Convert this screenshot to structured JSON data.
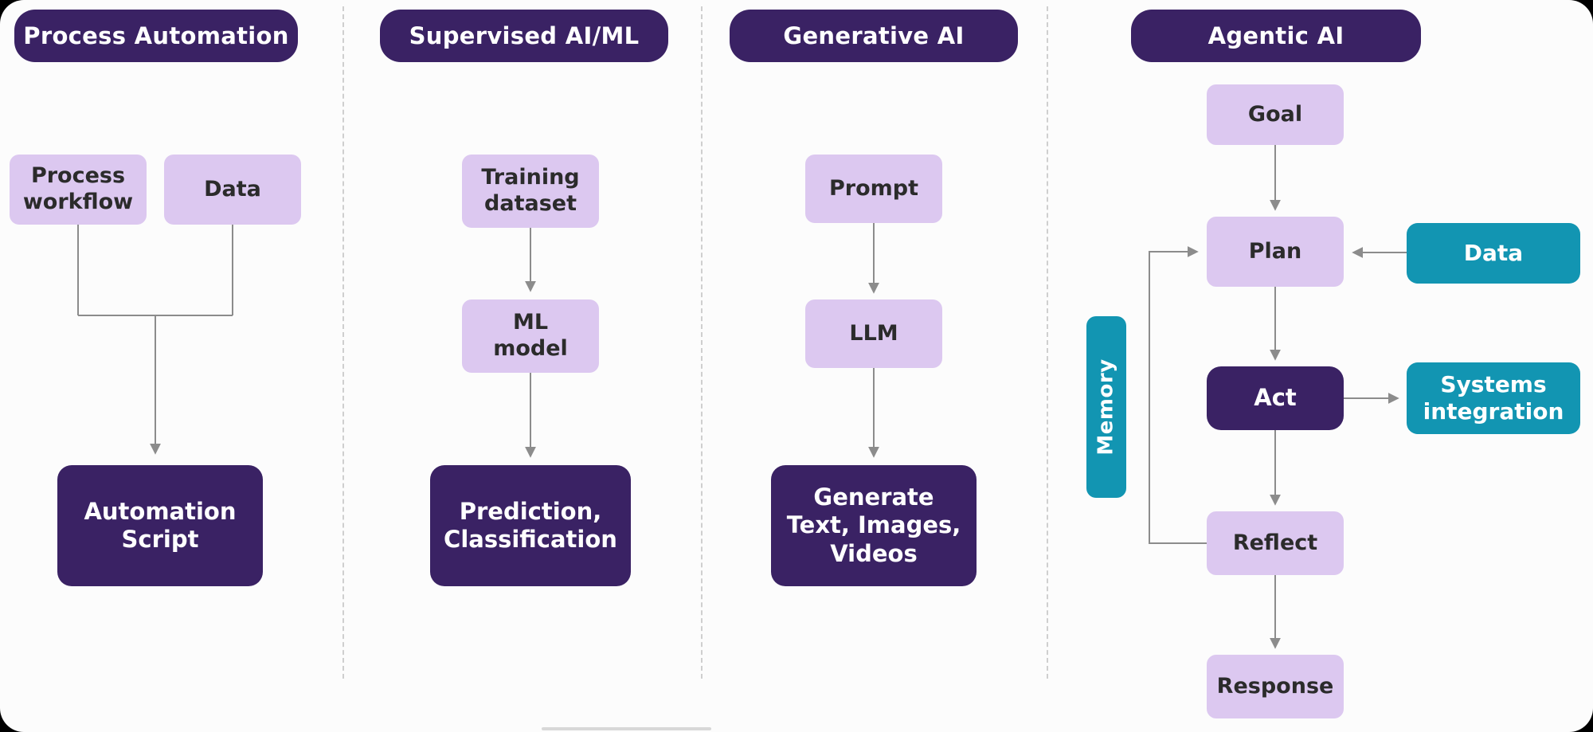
{
  "colors": {
    "dark_purple": "#3a2264",
    "light_purple": "#dcc8f0",
    "teal": "#1295b2",
    "arrow_gray": "#8c8c8c",
    "divider_gray": "#cfcfcf"
  },
  "columns": {
    "process_automation": {
      "header": "Process Automation",
      "nodes": {
        "process_workflow": "Process\nworkflow",
        "data": "Data",
        "automation_script": "Automation\nScript"
      }
    },
    "supervised_ai_ml": {
      "header": "Supervised AI/ML",
      "nodes": {
        "training_dataset": "Training\ndataset",
        "ml_model": "ML\nmodel",
        "prediction_classification": "Prediction,\nClassification"
      }
    },
    "generative_ai": {
      "header": "Generative AI",
      "nodes": {
        "prompt": "Prompt",
        "llm": "LLM",
        "generate_output": "Generate\nText, Images,\nVideos"
      }
    },
    "agentic_ai": {
      "header": "Agentic AI",
      "nodes": {
        "goal": "Goal",
        "plan": "Plan",
        "data": "Data",
        "act": "Act",
        "systems_integration": "Systems\nintegration",
        "reflect": "Reflect",
        "response": "Response",
        "memory": "Memory"
      }
    }
  }
}
